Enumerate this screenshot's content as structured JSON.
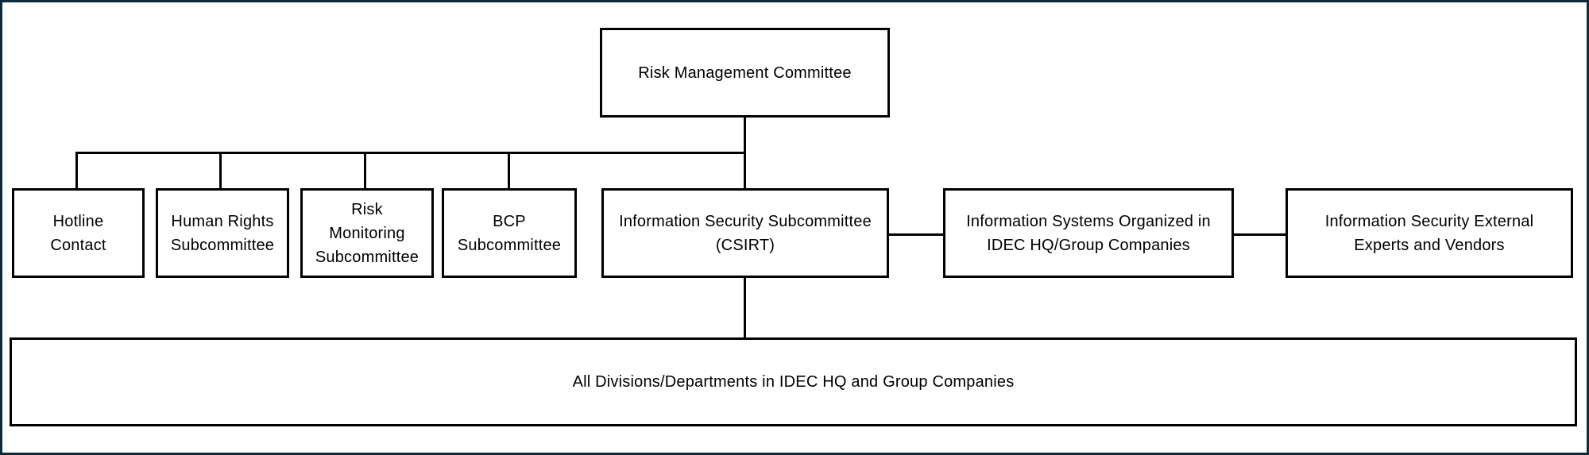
{
  "diagram": {
    "type": "org-chart",
    "title": "Risk management / information security organization chart",
    "colors": {
      "outer_border": "#0d2a38",
      "box_border": "#000000",
      "connector": "#000000",
      "background": "#ffffff",
      "text": "#000000"
    }
  },
  "nodes": {
    "root": {
      "label": "Risk Management Committee"
    },
    "hotline": {
      "label": "Hotline\nContact"
    },
    "human_rights": {
      "label": "Human Rights\nSubcommittee"
    },
    "risk_monitoring": {
      "label": "Risk\nMonitoring\nSubcommittee"
    },
    "bcp": {
      "label": "BCP\nSubcommittee"
    },
    "csirt": {
      "label": "Information Security Subcommittee\n(CSIRT)"
    },
    "info_systems": {
      "label": "Information Systems Organized in\nIDEC HQ/Group Companies"
    },
    "external": {
      "label": "Information Security External\nExperts and Vendors"
    },
    "all_divisions": {
      "label": "All Divisions/Departments in IDEC HQ and Group Companies"
    }
  },
  "edges": [
    {
      "from": "root",
      "to": "hotline"
    },
    {
      "from": "root",
      "to": "human_rights"
    },
    {
      "from": "root",
      "to": "risk_monitoring"
    },
    {
      "from": "root",
      "to": "bcp"
    },
    {
      "from": "root",
      "to": "csirt"
    },
    {
      "from": "csirt",
      "to": "info_systems"
    },
    {
      "from": "info_systems",
      "to": "external"
    },
    {
      "from": "csirt",
      "to": "all_divisions"
    }
  ]
}
